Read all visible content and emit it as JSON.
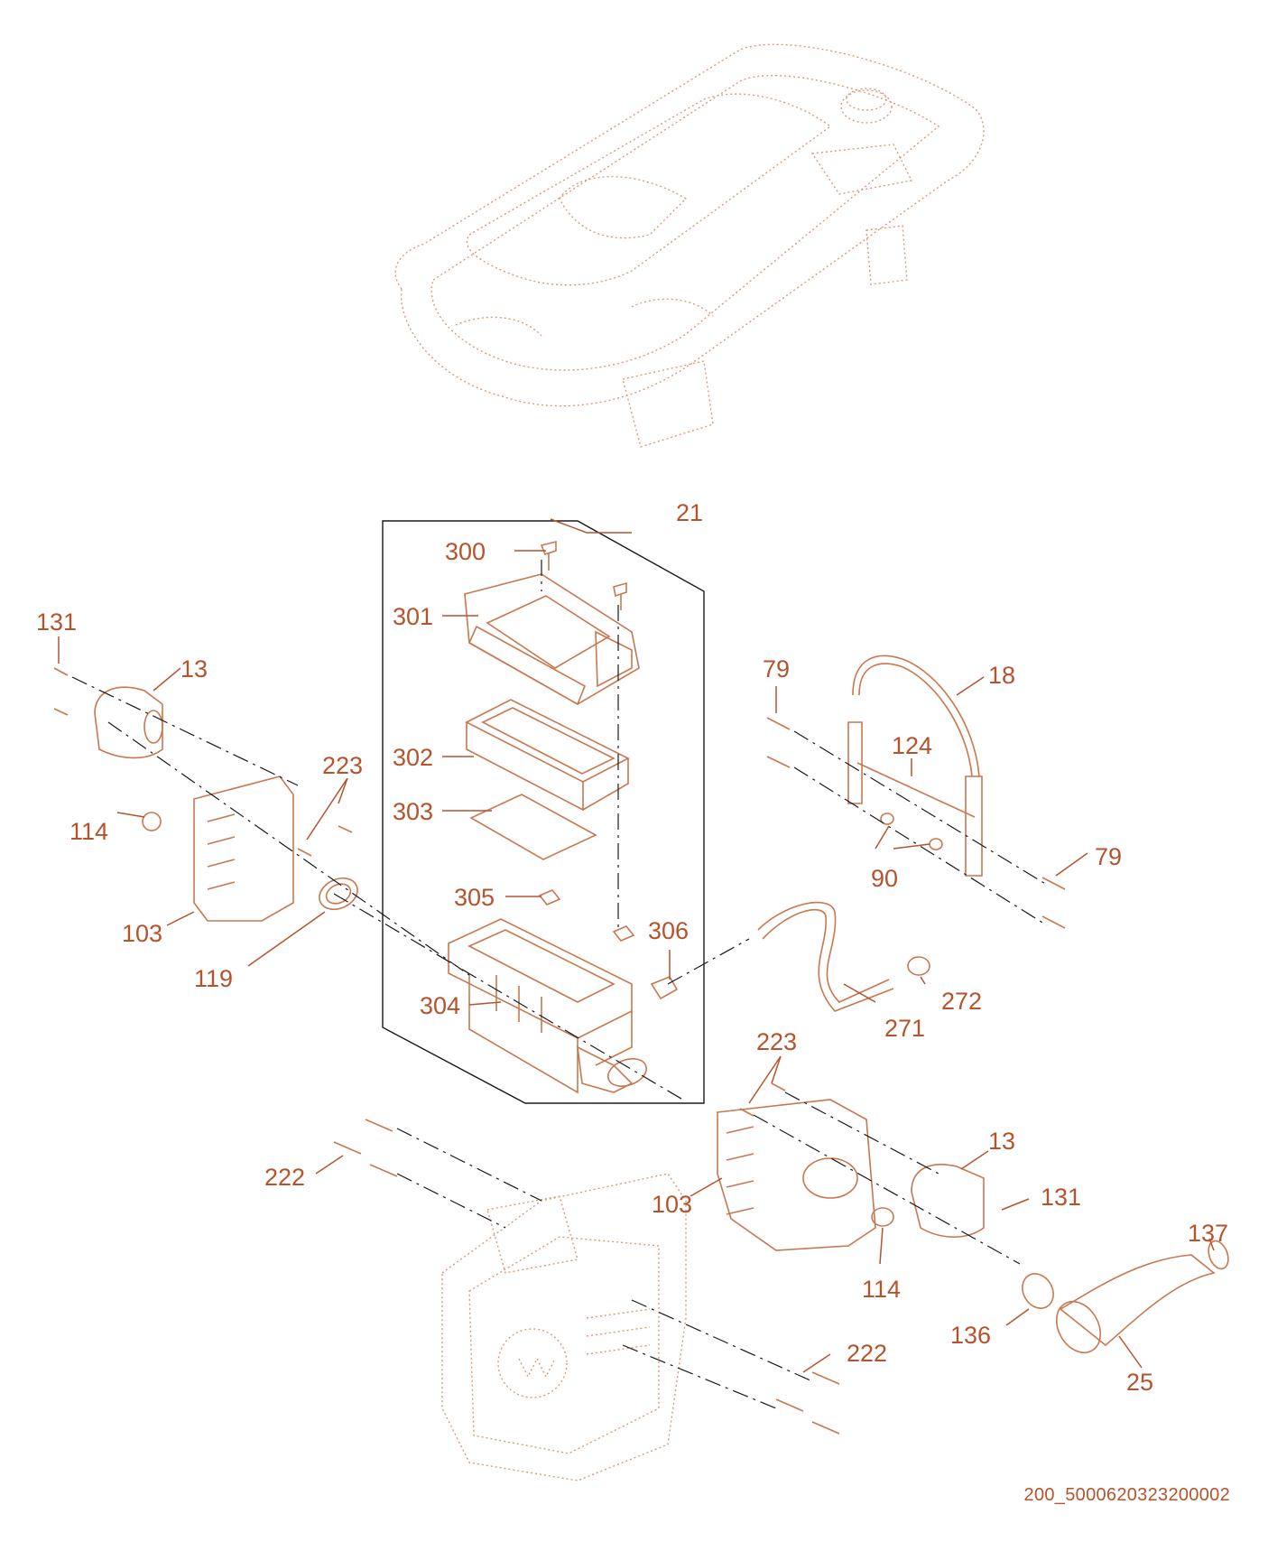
{
  "colors": {
    "accent": "#b5532c",
    "line": "#c8774f",
    "background": "#ffffff"
  },
  "labels": {
    "l131a": "131",
    "l13a": "13",
    "l223a": "223",
    "l114a": "114",
    "l103a": "103",
    "l119": "119",
    "l300": "300",
    "l21": "21",
    "l301": "301",
    "l302": "302",
    "l303": "303",
    "l305": "305",
    "l306": "306",
    "l304": "304",
    "l79a": "79",
    "l18": "18",
    "l124": "124",
    "l90": "90",
    "l79b": "79",
    "l272": "272",
    "l271": "271",
    "l223b": "223",
    "l13b": "13",
    "l131b": "131",
    "l103b": "103",
    "l114b": "114",
    "l222a": "222",
    "l222b": "222",
    "l137": "137",
    "l136": "136",
    "l25": "25"
  },
  "document_id": "200_5000620323200002"
}
